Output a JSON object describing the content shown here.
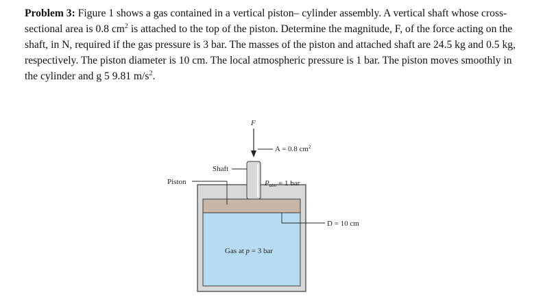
{
  "problem": {
    "label": "Problem 3:",
    "text_part1": " Figure 1 shows a gas contained in a vertical piston– cylinder assembly. A vertical shaft whose cross-sectional area is 0.8 cm",
    "sup1": "2",
    "text_part2": " is attached to the top of the piston. Determine the magnitude, F, of the force acting on the shaft, in N, required if the gas pressure is 3 bar. The masses of the piston and attached shaft are 24.5 kg and 0.5 kg, respectively. The piston diameter is 10 cm. The local atmospheric pressure is 1 bar. The piston moves smoothly in the cylinder and g 5 9.81 m/s",
    "sup2": "2",
    "text_end": "."
  },
  "figure": {
    "force_label": "F",
    "area_label": "A = 0.8 cm",
    "area_sup": "2",
    "shaft_label": "Shaft",
    "piston_label": "Piston",
    "patm_symbol": "P",
    "patm_subscript": "atm",
    "patm_value": " = 1 bar",
    "diameter_label": "D = 10 cm",
    "gas_label_prefix": "Gas at ",
    "gas_label_var": "p",
    "gas_label_value": " = 3 bar",
    "colors": {
      "gas": "#b7dcf2",
      "piston": "#c9b6a6",
      "cylinder_wall": "#d9d9d9",
      "shaft": "#d9d9d9",
      "outline": "#3a3a3a"
    }
  }
}
